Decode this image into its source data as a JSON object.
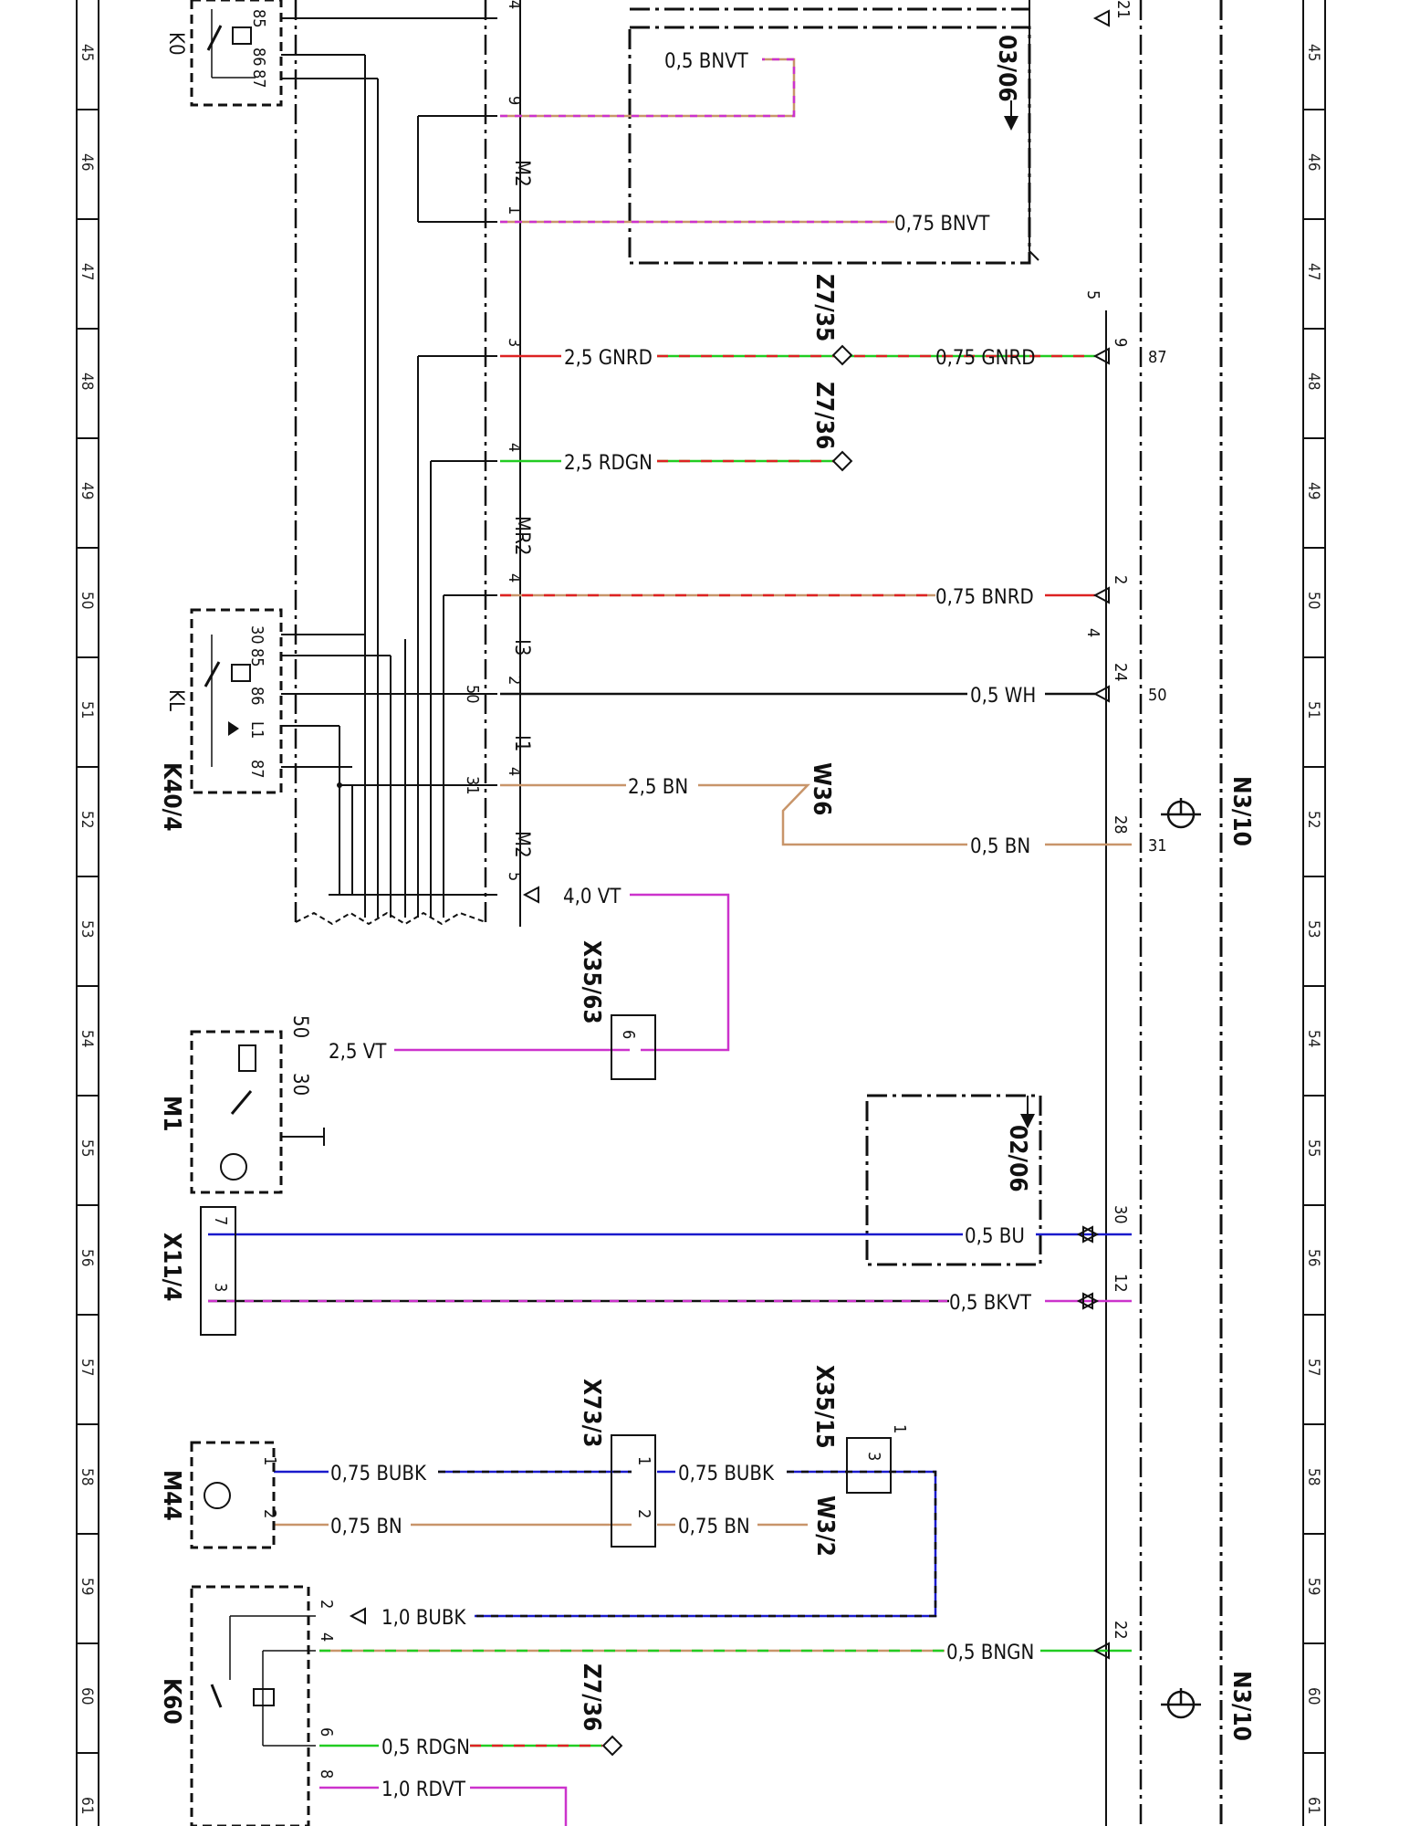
{
  "ruler_rows": [
    "45",
    "46",
    "47",
    "48",
    "49",
    "50",
    "51",
    "52",
    "53",
    "54",
    "55",
    "56",
    "57",
    "58",
    "59",
    "60",
    "61"
  ],
  "components": {
    "k0": "K0",
    "kl": "KL",
    "k40_4": "K40/4",
    "m1": "M1",
    "x11_4": "X11/4",
    "m44": "M44",
    "k60": "K60",
    "n3_10": "N3/10",
    "x35_63": "X35/63",
    "x73_3": "X73/3",
    "x35_15": "X35/15",
    "w3_2": "W3/2",
    "w36": "W36",
    "z7_35": "Z7/35",
    "z7_36_top": "Z7/36",
    "z7_36_bottom": "Z7/36",
    "ref_03_06": "03/06",
    "ref_02_06": "02/06"
  },
  "connector_labels": {
    "m2_top": "M2",
    "mr2": "MR2",
    "i3": "I3",
    "i1": "I1",
    "m2_bottom": "M2"
  },
  "wires": {
    "bnvt_05": "0,5 BNVT",
    "bnvt_075": "0,75 BNVT",
    "gnrd_25": "2,5 GNRD",
    "gnrd_075": "0,75 GNRD",
    "rdgn_25": "2,5 RDGN",
    "bnrd_075": "0,75 BNRD",
    "wh_05": "0,5 WH",
    "bn_25": "2,5 BN",
    "bn_05": "0,5 BN",
    "vt_40": "4,0 VT",
    "vt_25": "2,5 VT",
    "bu_05": "0,5 BU",
    "bkvt_05": "0,5 BKVT",
    "bubk_075_a": "0,75 BUBK",
    "bubk_075_b": "0,75 BUBK",
    "bn_075_a": "0,75 BN",
    "bn_075_b": "0,75 BN",
    "bubk_10": "1,0 BUBK",
    "bngn_05": "0,5 BNGN",
    "rdgn_05": "0,5 RDGN",
    "rdvt_10": "1,0 RDVT"
  },
  "pins": {
    "k0_85": "85",
    "k0_86": "86",
    "k0_87": "87",
    "kl_30": "30",
    "kl_85": "85",
    "kl_86": "86",
    "kl_l1": "L1",
    "kl_87": "87",
    "c_4": "4",
    "c_9": "9",
    "c_1": "1",
    "c_3": "3",
    "c_4b": "4",
    "c_4c": "4",
    "c_2": "2",
    "c_4d": "4",
    "c_5": "5",
    "c_50": "50",
    "c_31": "31",
    "n_21": "21",
    "n_5": "5",
    "n_9": "9",
    "n_87": "87",
    "n_2": "2",
    "n_4": "4",
    "n_24": "24",
    "n_50": "50",
    "n_28": "28",
    "n_31": "31",
    "n_30": "30",
    "n_12": "12",
    "n_22": "22",
    "m1_50": "50",
    "m1_30": "30",
    "x35_63_6": "6",
    "x11_7": "7",
    "x11_3": "3",
    "m44_1": "1",
    "m44_2": "2",
    "x73_1": "1",
    "x73_2": "2",
    "x35_15_3": "3",
    "x35_15_1": "1",
    "k60_2": "2",
    "k60_4": "4",
    "k60_6": "6",
    "k60_8": "8"
  },
  "colors": {
    "BN": "#c8956a",
    "VT": "#cc33cc",
    "GN": "#22cc22",
    "RD": "#dd2222",
    "BU": "#1a1acc",
    "BK": "#111111",
    "WH": "#111111"
  }
}
